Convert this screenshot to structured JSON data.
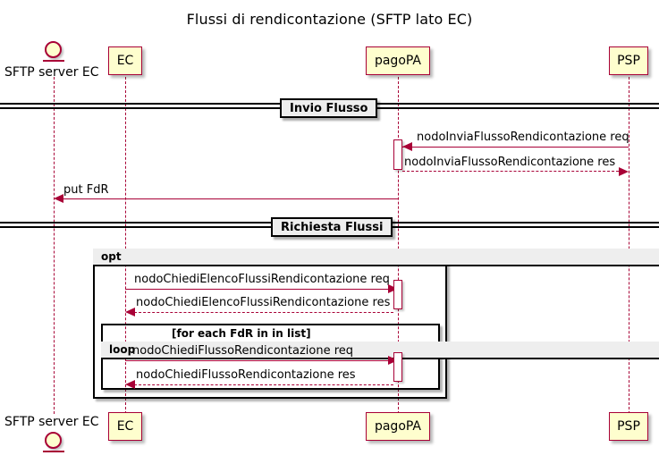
{
  "diagram": {
    "title": "Flussi di rendicontazione (SFTP lato EC)",
    "type": "uml-sequence-diagram",
    "colors": {
      "participant_fill": "#FEFECE",
      "participant_border": "#A80036",
      "arrow": "#A80036",
      "fragment_header_fill": "#EEEEEE",
      "fragment_border": "#000000",
      "background": "#FFFFFF"
    }
  },
  "participants": [
    {
      "id": "sftp",
      "name": "SFTP server EC",
      "kind": "actor"
    },
    {
      "id": "ec",
      "name": "EC",
      "kind": "participant"
    },
    {
      "id": "pagopa",
      "name": "pagoPA",
      "kind": "participant"
    },
    {
      "id": "psp",
      "name": "PSP",
      "kind": "participant"
    }
  ],
  "dividers": [
    {
      "id": "divider-invio-flusso",
      "label": "Invio Flusso"
    },
    {
      "id": "divider-richiesta-flussi",
      "label": "Richiesta Flussi"
    }
  ],
  "fragments": [
    {
      "id": "fragment-opt",
      "type": "opt",
      "guard": ""
    },
    {
      "id": "fragment-loop",
      "type": "loop",
      "guard": "[for each FdR in in list]"
    }
  ],
  "messages": [
    {
      "id": "msg-1",
      "label": "nodoInviaFlussoRendicontazione req",
      "from": "psp",
      "to": "pagopa",
      "style": "solid",
      "direction": "left"
    },
    {
      "id": "msg-2",
      "label": "nodoInviaFlussoRendicontazione res",
      "from": "pagopa",
      "to": "psp",
      "style": "dashed",
      "direction": "right"
    },
    {
      "id": "msg-3",
      "label": "put FdR",
      "from": "pagopa",
      "to": "sftp",
      "style": "solid",
      "direction": "left"
    },
    {
      "id": "msg-4",
      "label": "nodoChiediElencoFlussiRendicontazione req",
      "from": "ec",
      "to": "pagopa",
      "style": "solid",
      "direction": "right"
    },
    {
      "id": "msg-5",
      "label": "nodoChiediElencoFlussiRendicontazione res",
      "from": "pagopa",
      "to": "ec",
      "style": "dashed",
      "direction": "left"
    },
    {
      "id": "msg-6",
      "label": "nodoChiediFlussoRendicontazione req",
      "from": "ec",
      "to": "pagopa",
      "style": "solid",
      "direction": "right"
    },
    {
      "id": "msg-7",
      "label": "nodoChiediFlussoRendicontazione res",
      "from": "pagopa",
      "to": "ec",
      "style": "dashed",
      "direction": "left"
    }
  ]
}
